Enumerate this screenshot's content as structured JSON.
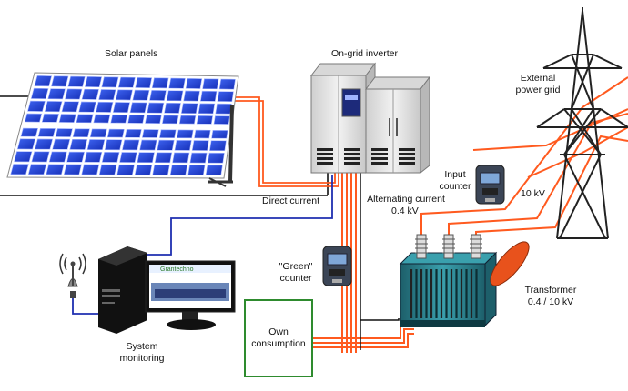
{
  "labels": {
    "solar_panels": "Solar panels",
    "inverter": "On-grid inverter",
    "grid_line1": "External",
    "grid_line2": "power grid",
    "direct_current": "Direct current",
    "alt_current_line1": "Alternating current",
    "alt_current_line2": "0.4 kV",
    "input_counter_line1": "Input",
    "input_counter_line2": "counter",
    "kv10": "10 kV",
    "green_counter_line1": "\"Green\"",
    "green_counter_line2": "counter",
    "transformer_line1": "Transformer",
    "transformer_line2": "0.4 / 10 kV",
    "own_line1": "Own",
    "own_line2": "consumption",
    "system_line1": "System",
    "system_line2": "monitoring",
    "monitor_brand": "Grantechno"
  },
  "colors": {
    "dc_wire": "#ff5a1f",
    "ac_wire": "#ff5a1f",
    "data_wire": "#1f2fb0",
    "black_wire": "#111111",
    "panel_cell": "#1e3fd6",
    "inverter_body": "#e4e4e4",
    "transformer_body": "#2a7f8a",
    "own_box_border": "#2e8b2e"
  },
  "icons": [
    "solar-panel-icon",
    "inverter-icon",
    "power-tower-icon",
    "meter-icon",
    "transformer-icon",
    "computer-icon",
    "antenna-icon"
  ]
}
